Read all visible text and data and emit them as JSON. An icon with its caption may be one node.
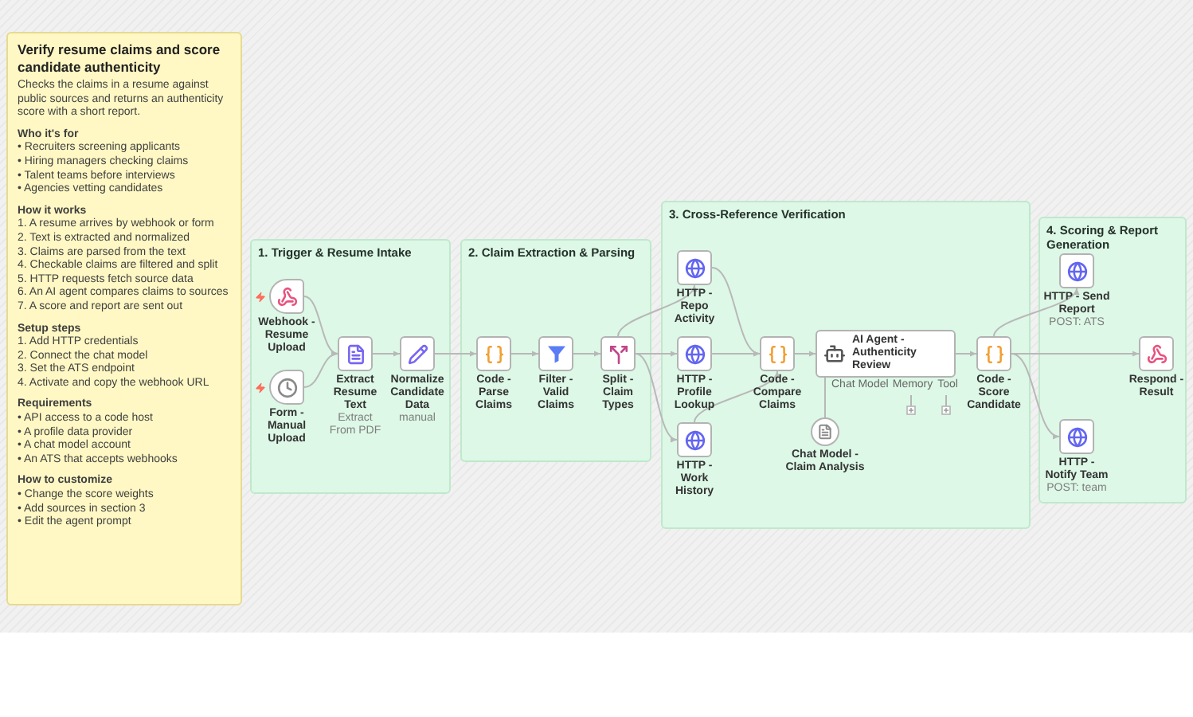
{
  "diagram": {
    "nodes": [
      {
        "text": [
          "Verify resume claims and score candidate authenticity",
          "Checks the claims in a resume against public sources and returns an authenticity score with a short report.",
          "Who it's for",
          "• Recruiters screening applicants",
          "• Hiring managers checking claims",
          "• Talent teams before interviews",
          "• Agencies vetting candidates",
          "How it works",
          "1. A resume arrives by webhook or form",
          "2. Text is extracted and normalized",
          "3. Claims are parsed from the text",
          "4. Checkable claims are filtered and split",
          "5. HTTP requests fetch source data",
          "6. An AI agent compares claims to sources",
          "7. A score and report are sent out",
          "Setup steps",
          "1. Add HTTP credentials",
          "2. Connect the chat model",
          "3. Set the ATS endpoint",
          "4. Activate and copy the webhook URL",
          "Requirements",
          "• API access to a code host",
          "• A profile data provider",
          "• A chat model account",
          "• An ATS that accepts webhooks",
          "How to customize",
          "• Change the score weights",
          "• Add sources in section 3",
          "• Edit the agent prompt"
        ]
      },
      {
        "text": [
          "1. Trigger & Resume Intake"
        ]
      },
      {
        "text": [
          "Webhook - Resume Upload"
        ],
        "in": 1
      },
      {
        "text": [
          "Form - Manual Upload"
        ],
        "in": 1
      },
      {
        "text": [
          "Extract Resume Text",
          "Extract From PDF"
        ],
        "in": 1
      },
      {
        "text": [
          "Normalize Candidate Data",
          "manual"
        ],
        "in": 1
      },
      {
        "text": [
          "2. Claim Extraction & Parsing"
        ]
      },
      {
        "text": [
          "Code - Parse Claims"
        ],
        "in": 6
      },
      {
        "text": [
          "Filter - Valid Claims"
        ],
        "in": 6
      },
      {
        "text": [
          "Split - Claim Types"
        ],
        "in": 6
      },
      {
        "text": [
          "3. Cross-Reference Verification"
        ]
      },
      {
        "text": [
          "HTTP - Repo Activity"
        ],
        "in": 10
      },
      {
        "text": [
          "HTTP - Profile Lookup"
        ],
        "in": 10
      },
      {
        "text": [
          "HTTP - Work History"
        ],
        "in": 10
      },
      {
        "text": [
          "Code - Compare Claims"
        ],
        "in": 10
      },
      {
        "text": [
          "AI Agent - Authenticity Review"
        ],
        "beside": [
          "Chat Model",
          "Memory",
          "Tool"
        ],
        "in": 10
      },
      {
        "text": [
          "Chat Model - Claim Analysis"
        ],
        "in": 10
      },
      {
        "text": [
          "Code - Score Candidate"
        ],
        "in": 10
      },
      {
        "text": [
          "4. Scoring & Report Generation"
        ]
      },
      {
        "text": [
          "HTTP - Send Report",
          "POST: ATS"
        ],
        "in": 18
      },
      {
        "text": [
          "Respond - Result"
        ],
        "in": 18
      },
      {
        "text": [
          "HTTP - Notify Team",
          "POST: team"
        ],
        "in": 18
      }
    ],
    "edges": [
      {
        "from": 2,
        "to": 4,
        "arrow": "to"
      },
      {
        "from": 3,
        "to": 4,
        "arrow": "to"
      },
      {
        "from": 4,
        "to": 5,
        "arrow": "to"
      },
      {
        "from": 5,
        "to": 7,
        "arrow": "to"
      },
      {
        "from": 7,
        "to": 8,
        "arrow": "to"
      },
      {
        "from": 8,
        "to": 9,
        "arrow": "to"
      },
      {
        "from": 9,
        "to": 11,
        "arrow": "to"
      },
      {
        "from": 9,
        "to": 12,
        "arrow": "to"
      },
      {
        "from": 9,
        "to": 13,
        "arrow": "to"
      },
      {
        "from": 11,
        "to": 14,
        "arrow": "to"
      },
      {
        "from": 12,
        "to": 14,
        "arrow": "to"
      },
      {
        "from": 13,
        "to": 14,
        "arrow": "to"
      },
      {
        "from": 14,
        "to": 15,
        "arrow": "to"
      },
      {
        "from": 16,
        "to": 15,
        "arrow": "none"
      },
      {
        "from": 15,
        "to": 17,
        "arrow": "to"
      },
      {
        "from": 17,
        "to": 19,
        "arrow": "to"
      },
      {
        "from": 17,
        "to": 20,
        "arrow": "to"
      },
      {
        "from": 17,
        "to": 21,
        "arrow": "to"
      }
    ]
  }
}
